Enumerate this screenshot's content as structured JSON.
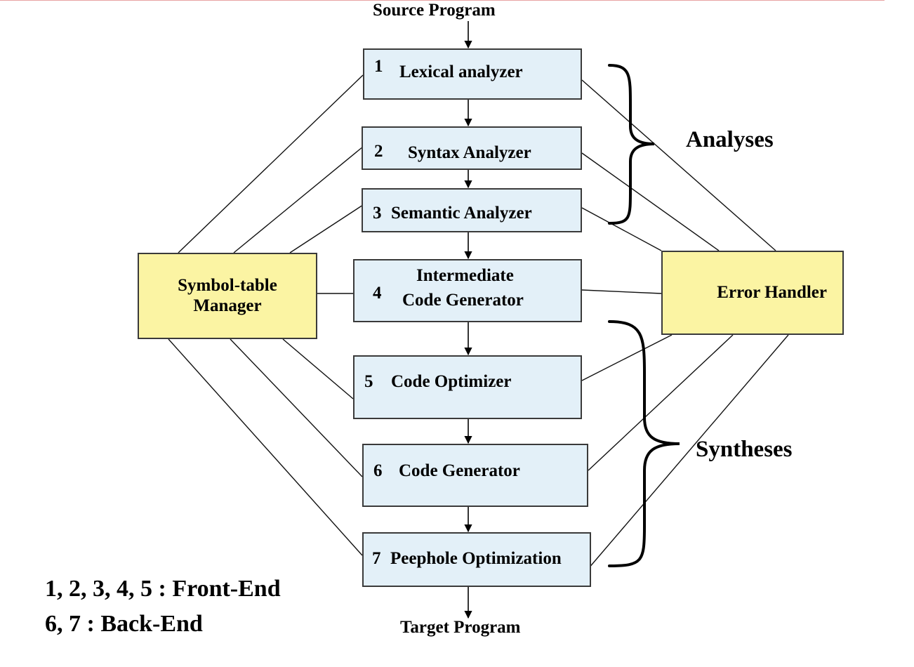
{
  "source": "Source Program",
  "target": "Target Program",
  "phases": [
    {
      "num": "1",
      "label": "Lexical analyzer"
    },
    {
      "num": "2",
      "label": "Syntax Analyzer"
    },
    {
      "num": "3",
      "label": "Semantic Analyzer"
    },
    {
      "num": "4",
      "label_line1": "Intermediate",
      "label_line2": "Code Generator"
    },
    {
      "num": "5",
      "label": "Code Optimizer"
    },
    {
      "num": "6",
      "label": "Code Generator"
    },
    {
      "num": "7",
      "label": "Peephole Optimization"
    }
  ],
  "symbol_table": {
    "line1": "Symbol-table",
    "line2": "Manager"
  },
  "error_handler": "Error Handler",
  "analyses": "Analyses",
  "syntheses": "Syntheses",
  "legend": [
    "1, 2, 3, 4, 5 :  Front-End",
    "6, 7 :  Back-End"
  ],
  "colors": {
    "phase_fill": "#e3f0f8",
    "side_fill": "#fbf4a3",
    "stroke": "#3a3a3a"
  }
}
